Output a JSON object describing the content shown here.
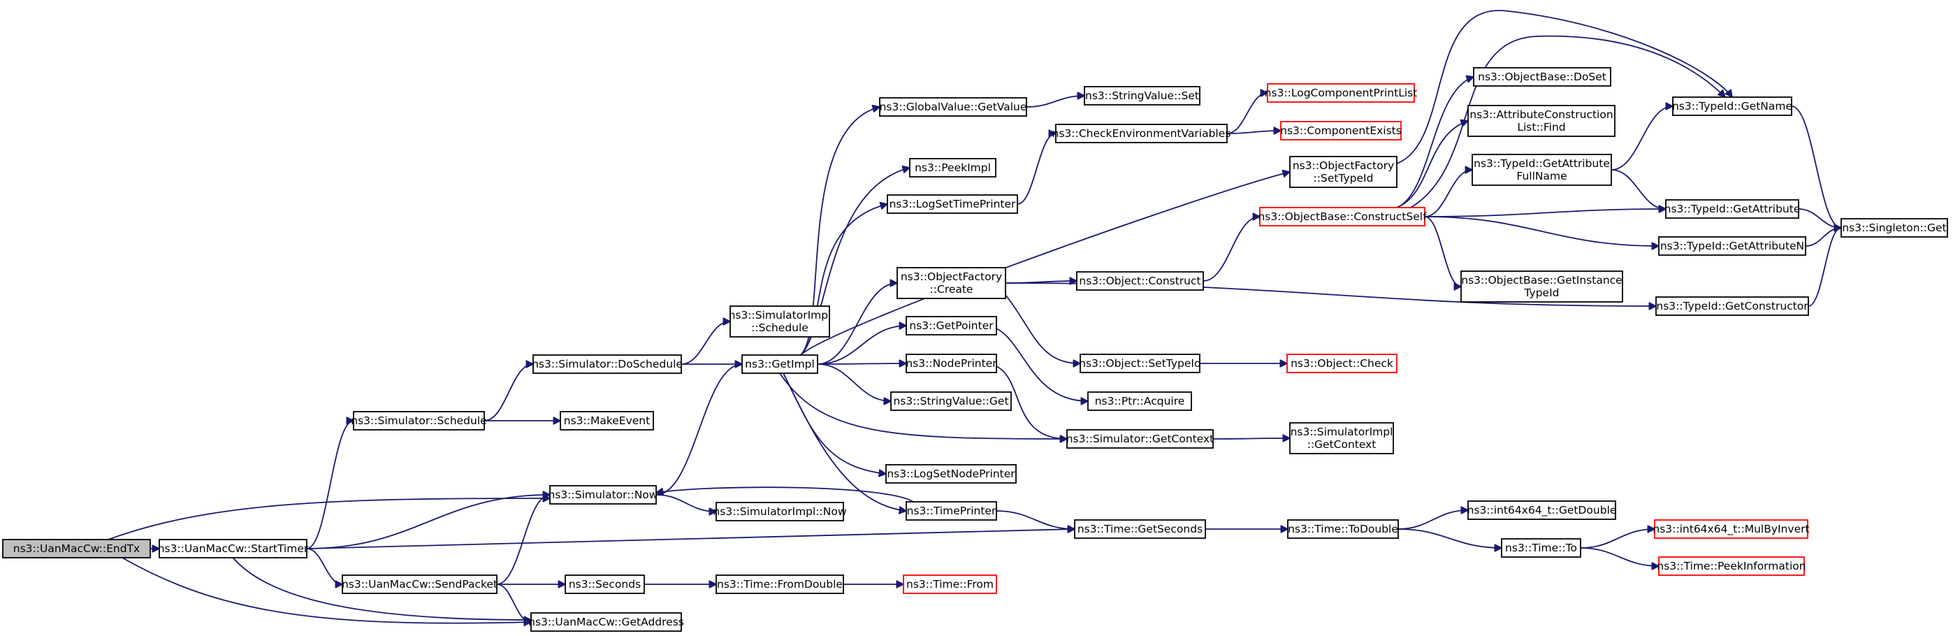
{
  "colors": {
    "edge": "#191970",
    "border_default": "#000000",
    "border_undocumented": "#ff0000",
    "fill_default": "#ffffff",
    "fill_root": "#bfbfbf"
  },
  "nodes": [
    {
      "id": "endtx",
      "label": [
        "ns3::UanMacCw::EndTx"
      ],
      "style": "root"
    },
    {
      "id": "starttimer",
      "label": [
        "ns3::UanMacCw::StartTimer"
      ],
      "style": "normal"
    },
    {
      "id": "schedule",
      "label": [
        "ns3::Simulator::Schedule"
      ],
      "style": "normal"
    },
    {
      "id": "now",
      "label": [
        "ns3::Simulator::Now"
      ],
      "style": "normal"
    },
    {
      "id": "sendpacket",
      "label": [
        "ns3::UanMacCw::SendPacket"
      ],
      "style": "normal"
    },
    {
      "id": "getaddress",
      "label": [
        "ns3::UanMacCw::GetAddress"
      ],
      "style": "normal"
    },
    {
      "id": "doschedule",
      "label": [
        "ns3::Simulator::DoSchedule"
      ],
      "style": "normal"
    },
    {
      "id": "makeevent",
      "label": [
        "ns3::MakeEvent"
      ],
      "style": "normal"
    },
    {
      "id": "simimplnow",
      "label": [
        "ns3::SimulatorImpl::Now"
      ],
      "style": "normal"
    },
    {
      "id": "seconds",
      "label": [
        "ns3::Seconds"
      ],
      "style": "normal"
    },
    {
      "id": "fromdouble",
      "label": [
        "ns3::Time::FromDouble"
      ],
      "style": "normal"
    },
    {
      "id": "from",
      "label": [
        "ns3::Time::From"
      ],
      "style": "undocumented"
    },
    {
      "id": "simimplschedule",
      "label": [
        "ns3::SimulatorImpl",
        "::Schedule"
      ],
      "style": "normal"
    },
    {
      "id": "getimpl",
      "label": [
        "ns3::GetImpl"
      ],
      "style": "normal"
    },
    {
      "id": "gvgetvalue",
      "label": [
        "ns3::GlobalValue::GetValue"
      ],
      "style": "normal"
    },
    {
      "id": "peekimpl",
      "label": [
        "ns3::PeekImpl"
      ],
      "style": "normal"
    },
    {
      "id": "logsettimeprinter",
      "label": [
        "ns3::LogSetTimePrinter"
      ],
      "style": "normal"
    },
    {
      "id": "ofcreate",
      "label": [
        "ns3::ObjectFactory",
        "::Create"
      ],
      "style": "normal"
    },
    {
      "id": "getpointer",
      "label": [
        "ns3::GetPointer"
      ],
      "style": "normal"
    },
    {
      "id": "nodeprinter",
      "label": [
        "ns3::NodePrinter"
      ],
      "style": "normal"
    },
    {
      "id": "stringvalueget",
      "label": [
        "ns3::StringValue::Get"
      ],
      "style": "normal"
    },
    {
      "id": "logsetnodeprinter",
      "label": [
        "ns3::LogSetNodePrinter"
      ],
      "style": "normal"
    },
    {
      "id": "timeprinter",
      "label": [
        "ns3::TimePrinter"
      ],
      "style": "normal"
    },
    {
      "id": "stringvalueset",
      "label": [
        "ns3::StringValue::Set"
      ],
      "style": "normal"
    },
    {
      "id": "checkenv",
      "label": [
        "ns3::CheckEnvironmentVariables"
      ],
      "style": "normal"
    },
    {
      "id": "logcompprint",
      "label": [
        "ns3::LogComponentPrintList"
      ],
      "style": "undocumented"
    },
    {
      "id": "compexists",
      "label": [
        "ns3::ComponentExists"
      ],
      "style": "undocumented"
    },
    {
      "id": "ofsettypeid",
      "label": [
        "ns3::ObjectFactory",
        "::SetTypeId"
      ],
      "style": "normal"
    },
    {
      "id": "obconstructself",
      "label": [
        "ns3::ObjectBase::ConstructSelf"
      ],
      "style": "undocumented"
    },
    {
      "id": "objconstruct",
      "label": [
        "ns3::Object::Construct"
      ],
      "style": "normal"
    },
    {
      "id": "objsettypeid",
      "label": [
        "ns3::Object::SetTypeId"
      ],
      "style": "normal"
    },
    {
      "id": "objcheck",
      "label": [
        "ns3::Object::Check"
      ],
      "style": "undocumented"
    },
    {
      "id": "ptracquire",
      "label": [
        "ns3::Ptr::Acquire"
      ],
      "style": "normal"
    },
    {
      "id": "simgetcontext",
      "label": [
        "ns3::Simulator::GetContext"
      ],
      "style": "normal"
    },
    {
      "id": "simimplgetcontext",
      "label": [
        "ns3::SimulatorImpl",
        "::GetContext"
      ],
      "style": "normal"
    },
    {
      "id": "timegetseconds",
      "label": [
        "ns3::Time::GetSeconds"
      ],
      "style": "normal"
    },
    {
      "id": "timetodouble",
      "label": [
        "ns3::Time::ToDouble"
      ],
      "style": "normal"
    },
    {
      "id": "int64getdouble",
      "label": [
        "ns3::int64x64_t::GetDouble"
      ],
      "style": "normal"
    },
    {
      "id": "timeto",
      "label": [
        "ns3::Time::To"
      ],
      "style": "normal"
    },
    {
      "id": "int64mulbyinvert",
      "label": [
        "ns3::int64x64_t::MulByInvert"
      ],
      "style": "undocumented"
    },
    {
      "id": "timepeekinfo",
      "label": [
        "ns3::Time::PeekInformation"
      ],
      "style": "undocumented"
    },
    {
      "id": "obdoset",
      "label": [
        "ns3::ObjectBase::DoSet"
      ],
      "style": "normal"
    },
    {
      "id": "attrlistfind",
      "label": [
        "ns3::AttributeConstruction",
        "List::Find"
      ],
      "style": "normal"
    },
    {
      "id": "tidgetattrfullname",
      "label": [
        "ns3::TypeId::GetAttribute",
        "FullName"
      ],
      "style": "normal"
    },
    {
      "id": "obgetinstancetypeid",
      "label": [
        "ns3::ObjectBase::GetInstance",
        "TypeId"
      ],
      "style": "normal"
    },
    {
      "id": "tidgetname",
      "label": [
        "ns3::TypeId::GetName"
      ],
      "style": "normal"
    },
    {
      "id": "tidgetattribute",
      "label": [
        "ns3::TypeId::GetAttribute"
      ],
      "style": "normal"
    },
    {
      "id": "tidgetattributen",
      "label": [
        "ns3::TypeId::GetAttributeN"
      ],
      "style": "normal"
    },
    {
      "id": "tidgetconstructor",
      "label": [
        "ns3::TypeId::GetConstructor"
      ],
      "style": "normal"
    },
    {
      "id": "singletonget",
      "label": [
        "ns3::Singleton::Get"
      ],
      "style": "normal"
    }
  ],
  "edges": [
    [
      "endtx",
      "starttimer"
    ],
    [
      "endtx",
      "now"
    ],
    [
      "endtx",
      "getaddress"
    ],
    [
      "starttimer",
      "schedule"
    ],
    [
      "starttimer",
      "now"
    ],
    [
      "starttimer",
      "sendpacket"
    ],
    [
      "starttimer",
      "getaddress"
    ],
    [
      "starttimer",
      "timegetseconds"
    ],
    [
      "schedule",
      "doschedule"
    ],
    [
      "schedule",
      "makeevent"
    ],
    [
      "doschedule",
      "simimplschedule"
    ],
    [
      "doschedule",
      "getimpl"
    ],
    [
      "now",
      "getimpl"
    ],
    [
      "now",
      "simimplnow"
    ],
    [
      "sendpacket",
      "now"
    ],
    [
      "sendpacket",
      "getaddress"
    ],
    [
      "sendpacket",
      "seconds"
    ],
    [
      "seconds",
      "fromdouble"
    ],
    [
      "fromdouble",
      "from"
    ],
    [
      "getimpl",
      "gvgetvalue"
    ],
    [
      "getimpl",
      "peekimpl"
    ],
    [
      "getimpl",
      "logsettimeprinter"
    ],
    [
      "getimpl",
      "ofsettypeid"
    ],
    [
      "getimpl",
      "ofcreate"
    ],
    [
      "getimpl",
      "getpointer"
    ],
    [
      "getimpl",
      "nodeprinter"
    ],
    [
      "getimpl",
      "stringvalueget"
    ],
    [
      "getimpl",
      "logsetnodeprinter"
    ],
    [
      "getimpl",
      "timeprinter"
    ],
    [
      "getimpl",
      "simgetcontext"
    ],
    [
      "gvgetvalue",
      "stringvalueset"
    ],
    [
      "logsettimeprinter",
      "checkenv"
    ],
    [
      "checkenv",
      "logcompprint"
    ],
    [
      "checkenv",
      "compexists"
    ],
    [
      "ofsettypeid",
      "tidgetname"
    ],
    [
      "ofcreate",
      "objconstruct"
    ],
    [
      "ofcreate",
      "objsettypeid"
    ],
    [
      "ofcreate",
      "tidgetconstructor"
    ],
    [
      "objconstruct",
      "obconstructself"
    ],
    [
      "obconstructself",
      "obdoset"
    ],
    [
      "obconstructself",
      "attrlistfind"
    ],
    [
      "obconstructself",
      "tidgetattrfullname"
    ],
    [
      "obconstructself",
      "tidgetattribute"
    ],
    [
      "obconstructself",
      "tidgetattributen"
    ],
    [
      "obconstructself",
      "obgetinstancetypeid"
    ],
    [
      "obconstructself",
      "tidgetname"
    ],
    [
      "objsettypeid",
      "objcheck"
    ],
    [
      "getpointer",
      "ptracquire"
    ],
    [
      "nodeprinter",
      "simgetcontext"
    ],
    [
      "simgetcontext",
      "simimplgetcontext"
    ],
    [
      "timeprinter",
      "now"
    ],
    [
      "timeprinter",
      "timegetseconds"
    ],
    [
      "timegetseconds",
      "timetodouble"
    ],
    [
      "timetodouble",
      "int64getdouble"
    ],
    [
      "timetodouble",
      "timeto"
    ],
    [
      "timeto",
      "int64mulbyinvert"
    ],
    [
      "timeto",
      "timepeekinfo"
    ],
    [
      "tidgetattrfullname",
      "tidgetname"
    ],
    [
      "tidgetattrfullname",
      "tidgetattribute"
    ],
    [
      "tidgetname",
      "singletonget"
    ],
    [
      "tidgetattribute",
      "singletonget"
    ],
    [
      "tidgetattributen",
      "singletonget"
    ],
    [
      "tidgetconstructor",
      "singletonget"
    ]
  ]
}
